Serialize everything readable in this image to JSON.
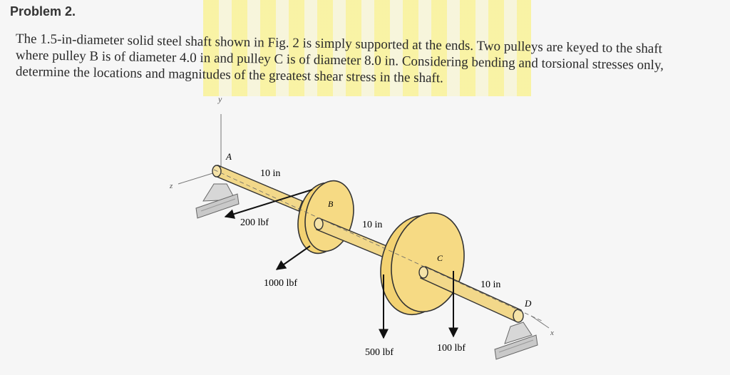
{
  "problem": {
    "title": "Problem 2.",
    "lines": [
      "The 1.5-in-diameter solid steel shaft shown in Fig. 2 is simply supported at the ends. Two pulleys are keyed to the shaft",
      "where pulley B is of diameter 4.0 in and pulley C is of diameter 8.0 in. Considering bending and torsional stresses only,",
      "determine the locations and magnitudes of the greatest shear stress in the shaft."
    ]
  },
  "figure": {
    "axis_y": "y",
    "axis_z": "z",
    "axis_x": "x",
    "point_a": "A",
    "point_b": "B",
    "point_c": "C",
    "point_d": "D",
    "dim_ab": "10 in",
    "dim_bc": "10 in",
    "dim_cd": "10 in",
    "force_b_small": "200 lbf",
    "force_b_large": "1000 lbf",
    "force_c_large": "500 lbf",
    "force_c_small": "100 lbf"
  },
  "colors": {
    "shaft": "#f2d88a",
    "pulley": "#f3d272",
    "support": "#cfcfcf",
    "watermark": "#ffec00"
  }
}
